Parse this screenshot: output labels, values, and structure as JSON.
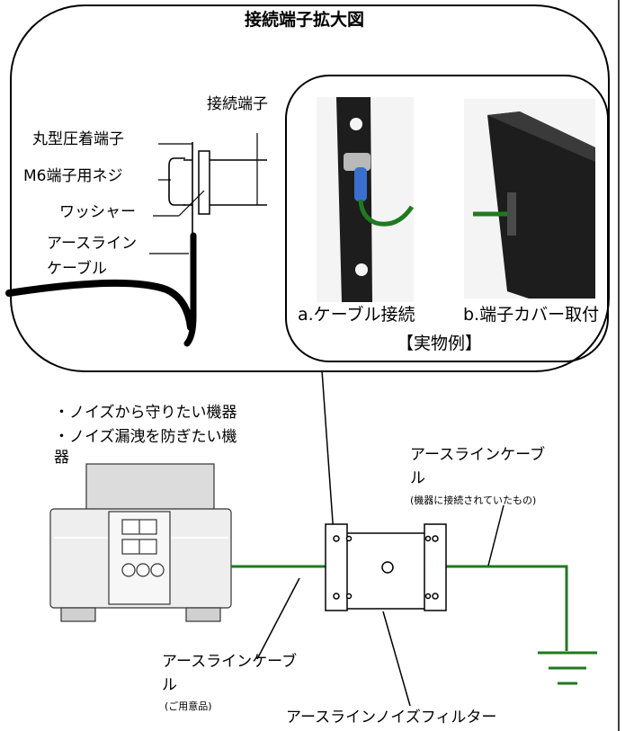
{
  "enlarged_view": {
    "title": "接続端子拡大図",
    "connection_terminal": "接続端子",
    "ring_terminal": "丸型圧着端子",
    "m6_screw": "M6端子用ネジ",
    "washer": "ワッシャー",
    "cable_line1": "アースライン",
    "cable_line2": "ケーブル"
  },
  "photo_panel": {
    "caption_a": "a.ケーブル接続",
    "caption_b": "b.端子カバー取付",
    "caption": "【実物例】"
  },
  "device": {
    "label_line1": "・ノイズから守りたい機器",
    "label_line2": "・ノイズ漏洩を防ぎたい機",
    "label_line3": "器"
  },
  "right_cable": {
    "label_line1": "アースラインケーブ",
    "label_line2": "ル",
    "note": "(機器に接続されていたもの)"
  },
  "left_cable": {
    "label_line1": "アースラインケーブ",
    "label_line2": "ル",
    "note": "(ご用意品)"
  },
  "filter": {
    "label": "アースラインノイズフィルター"
  },
  "colors": {
    "ground_wire": "#1f7a1f",
    "device_body": "#ebebeb",
    "device_top": "#dddddd",
    "photo_dark": "#1d1d1d",
    "outline": "#000000"
  }
}
